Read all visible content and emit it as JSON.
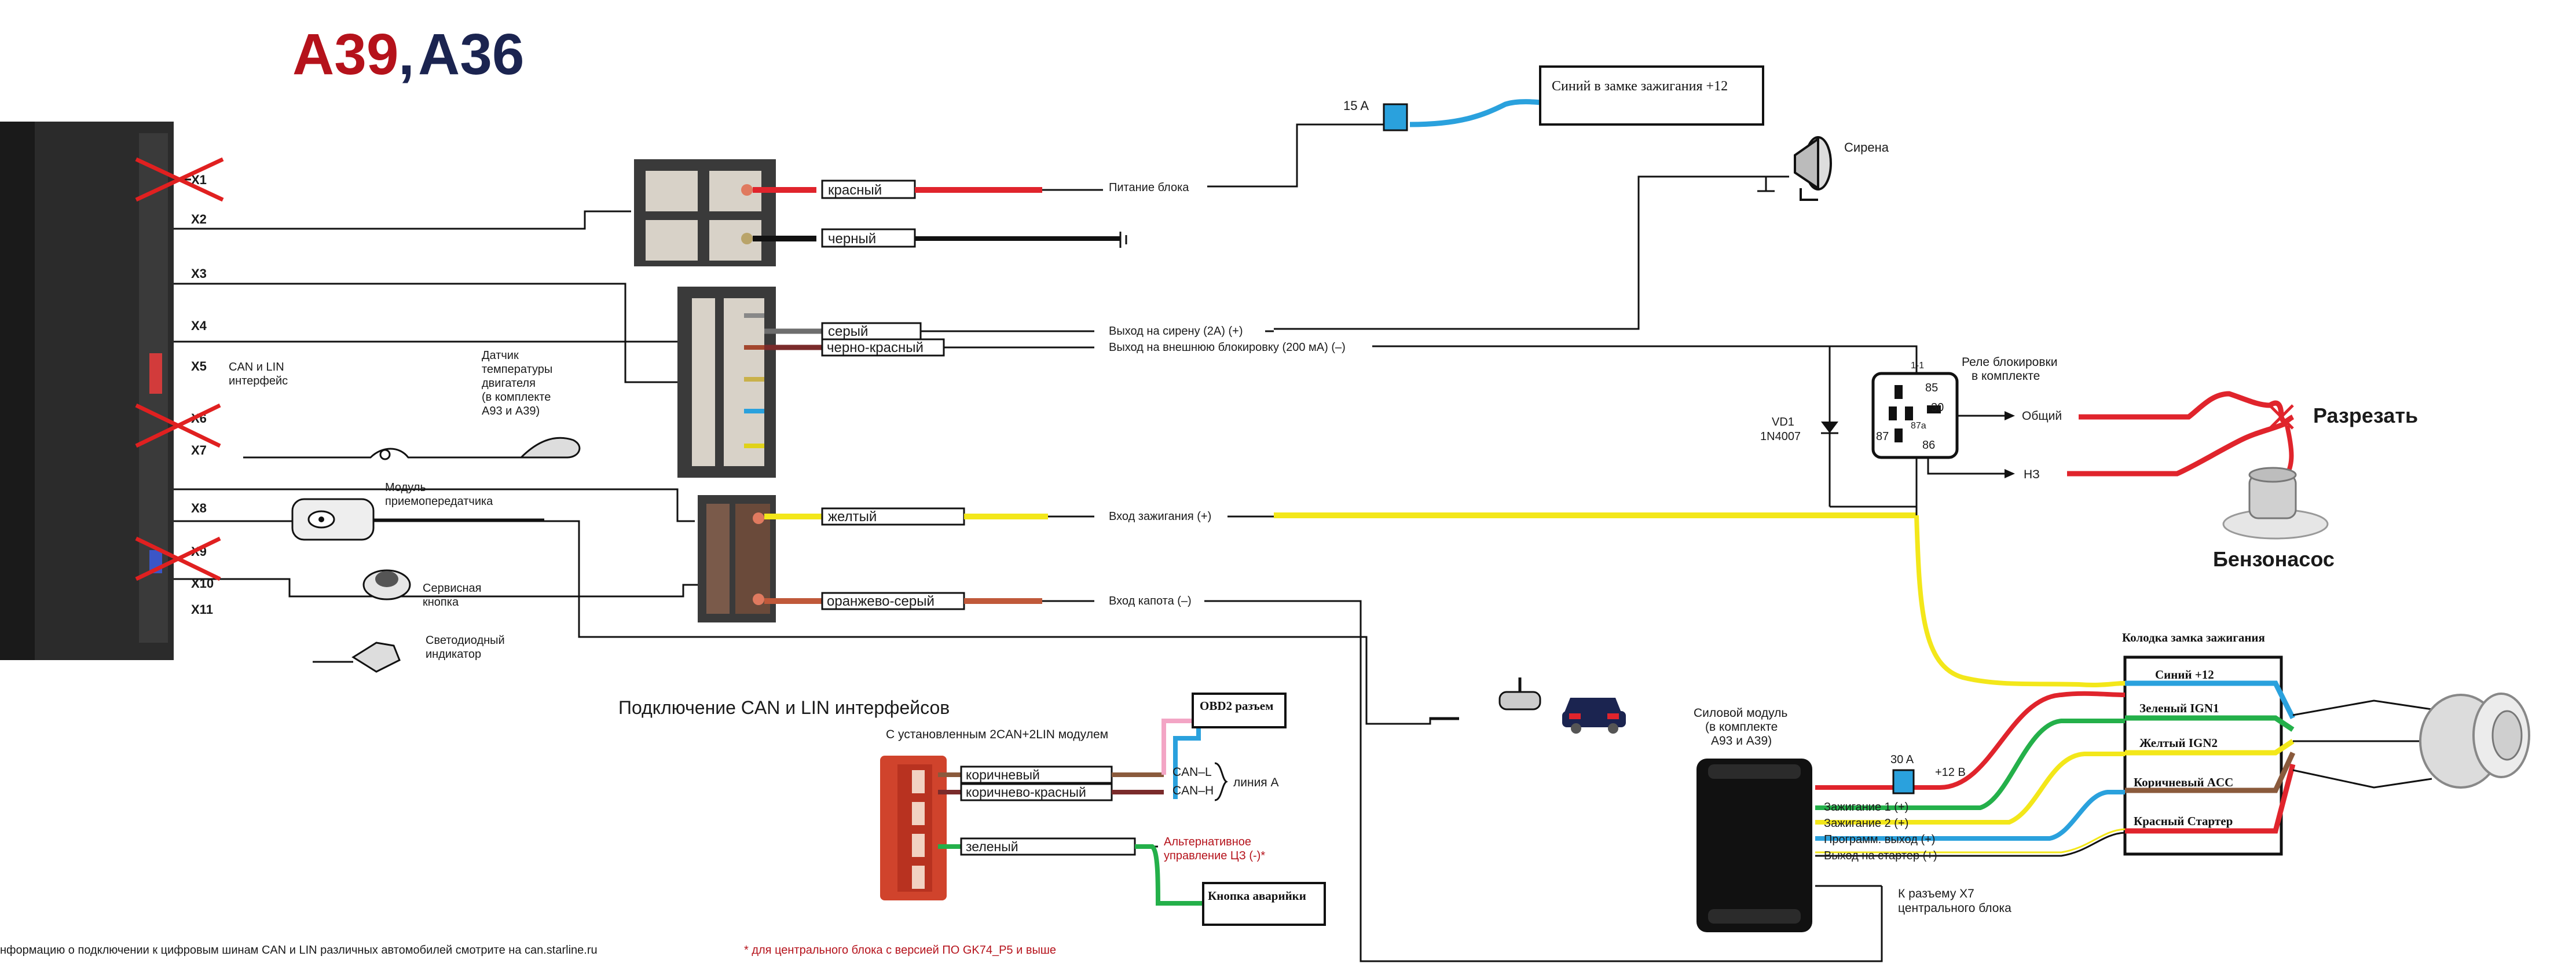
{
  "header": {
    "model_a": "A39",
    "separator": ",",
    "model_b": "A36",
    "color_a": "#b5121b",
    "color_b": "#1b2450"
  },
  "main_unit": {
    "connectors": [
      "X1",
      "X2",
      "X3",
      "X4",
      "X5",
      "X6",
      "X7",
      "X8",
      "X9",
      "X10",
      "X11"
    ],
    "crossed": [
      "X1",
      "X6",
      "X9"
    ],
    "x5_note": [
      "CAN и LIN",
      "интерфейс"
    ]
  },
  "fuse_top": {
    "label": "15 A"
  },
  "ignition_box": {
    "label": "Синий в замке зажигания +12"
  },
  "block1": {
    "wires": [
      "красный",
      "черный"
    ],
    "power_label": "Питание блока"
  },
  "siren": {
    "label": "Сирена"
  },
  "block2": {
    "wires": [
      "серый",
      "черно-красный"
    ],
    "outputs": [
      "Выход на сирену (2А) (+)",
      "Выход на  внешнюю блокировку (200 мА) (–)"
    ]
  },
  "block3": {
    "wires": [
      "желтый",
      "оранжево-серый"
    ],
    "inputs": [
      "Вход зажигания (+)",
      "Вход капота (–)"
    ]
  },
  "temp_sensor": {
    "lines": [
      "Датчик",
      "температуры",
      "двигателя",
      "(в комплекте",
      "A93 и A39)"
    ]
  },
  "transceiver": {
    "lines": [
      "Модуль",
      "приемопередатчика"
    ]
  },
  "service_button": {
    "lines": [
      "Сервисная",
      "кнопка"
    ]
  },
  "led": {
    "lines": [
      "Светодиодный",
      "индикатор"
    ]
  },
  "diode": {
    "lines": [
      "VD1",
      "1N4007"
    ]
  },
  "relay": {
    "title": [
      "Реле блокировки",
      "в комплекте"
    ],
    "pins": [
      "85",
      "30",
      "87",
      "87a",
      "86"
    ],
    "outputs": [
      "Общий",
      "НЗ"
    ],
    "pin_note": "1-1"
  },
  "cut": {
    "label": "Разрезать"
  },
  "fuel_pump": {
    "label": "Бензонасос"
  },
  "ignition_lock": {
    "title": "Колодка замка зажигания",
    "wires": [
      "Синий +12",
      "Зеленый IGN1",
      "Желтый IGN2",
      "Коричневый ACC",
      "Красный Стартер"
    ]
  },
  "power_module": {
    "title": [
      "Силовой модуль",
      "(в комплекте",
      "A93 и A39)"
    ],
    "fuse": "30 A",
    "plus12": "+12 В",
    "lines": [
      "Зажигание 1 (+)",
      "Зажигание 2 (+)",
      "Программ. выход (+)",
      "Выход на стартер (+)"
    ],
    "note": [
      "К разъему X7",
      "центрального блока"
    ]
  },
  "can_section": {
    "title": "Подключение CAN и LIN интерфейсов",
    "subtitle": "С установленным 2CAN+2LIN модулем",
    "obd": "OBD2 разъем",
    "wires": [
      "коричневый",
      "коричнево-красный",
      "зеленый"
    ],
    "can_l": "CAN–L",
    "can_h": "CAN–H",
    "line_a": "линия А",
    "alt": [
      "Альтернативное",
      "управление ЦЗ (-)*"
    ],
    "emergency": "Кнопка аварийки"
  },
  "footer": {
    "left": "нформацию о подключении к цифровым шинам CAN и LIN различных автомобилей смотрите на can.starline.ru",
    "right": "* для центрального блока с версией ПО GK74_P5 и выше"
  },
  "colors": {
    "red": "#e0242c",
    "blue": "#2aa1dd",
    "yellow": "#f3e71a",
    "green": "#24b04a",
    "brown": "#8a5a3c",
    "pink": "#f3a5c5",
    "orange": "#e08a3a"
  }
}
